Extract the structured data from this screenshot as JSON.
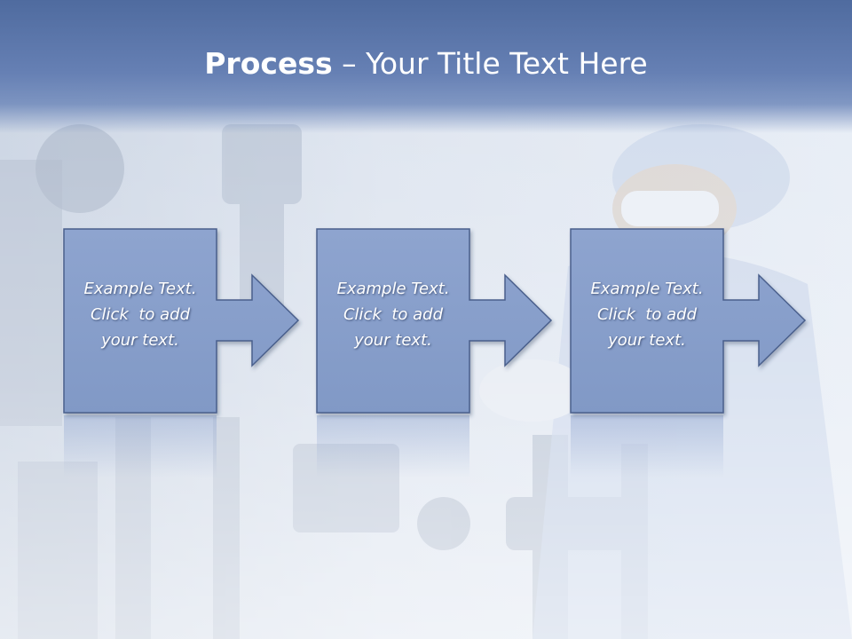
{
  "slide": {
    "title_bold": "Process",
    "title_rest": " – Your Title Text Here"
  },
  "steps": [
    {
      "line1": "Example Text.",
      "line2": "Click  to add",
      "line3": "your text."
    },
    {
      "line1": "Example Text.",
      "line2": "Click  to add",
      "line3": "your text."
    },
    {
      "line1": "Example Text.",
      "line2": "Click  to add",
      "line3": "your text."
    }
  ],
  "colors": {
    "header": "#5a74a8",
    "box_fill": "#8aa1cc",
    "box_stroke": "#4a5f8c",
    "background": "#e3e9f3"
  },
  "background_image": "laboratory-worker-with-machinery-photo"
}
